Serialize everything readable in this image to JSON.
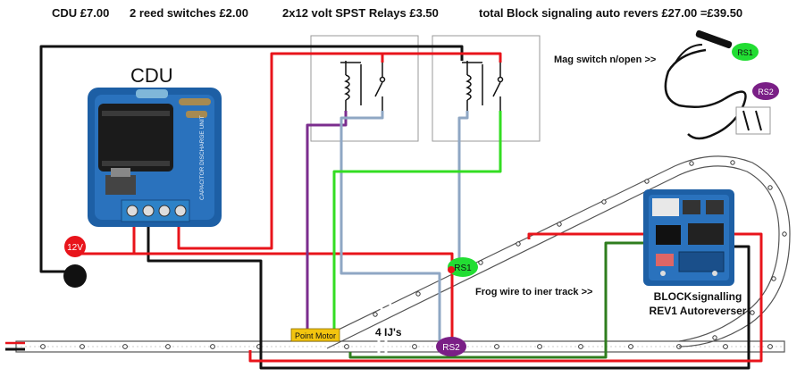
{
  "header": {
    "cdu_cost": "CDU £7.00",
    "reed_cost": "2 reed switches  £2.00",
    "relay_cost": "2x12 volt SPST Relays  £3.50",
    "block_cost": "total Block signaling auto revers £27.00  =£39.50"
  },
  "labels": {
    "cdu": "CDU",
    "cdu_board_text": "CAPACITOR DISCHARGE UNIT",
    "v12": "12V",
    "rs1": "RS1",
    "rs2": "RS2",
    "point_motor": "Point Motor",
    "ijs": "4 IJ's",
    "frog_wire": "Frog wire to iner track >>",
    "mag_switch": "Mag switch n/open >>",
    "mag_rs1": "RS1",
    "mag_rs2": "RS2",
    "block_line1": "BLOCKsignalling",
    "block_line2": "REV1 Autoreverser"
  },
  "colors": {
    "wire_red": "#e8141b",
    "wire_black": "#111111",
    "wire_purple": "#7b2d8e",
    "wire_blue": "#8fa7c4",
    "wire_green": "#33dd22",
    "wire_darkgreen": "#2f7d1e",
    "rs1_green": "#22dd33",
    "rs2_purple": "#7a1f86",
    "point_motor_bg": "#f2c40f",
    "board_blue": "#1d5fa5"
  }
}
